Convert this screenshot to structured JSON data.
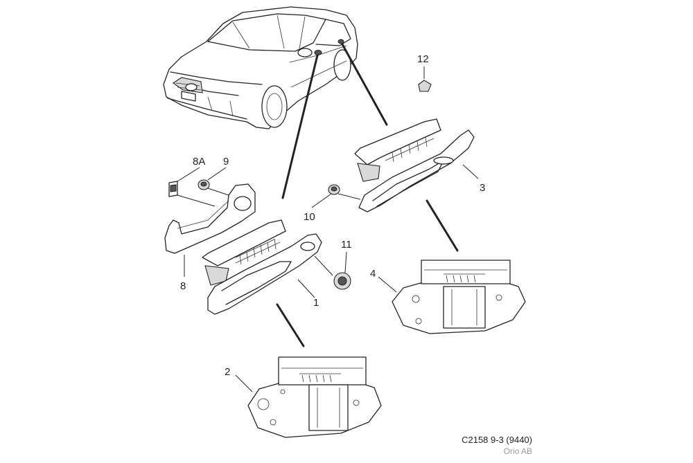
{
  "diagram": {
    "labels": [
      "1",
      "2",
      "3",
      "4",
      "8",
      "8A",
      "9",
      "10",
      "11",
      "12"
    ],
    "caption_code": "C2158 9-3 (9440)",
    "caption_org": "Orio AB"
  }
}
